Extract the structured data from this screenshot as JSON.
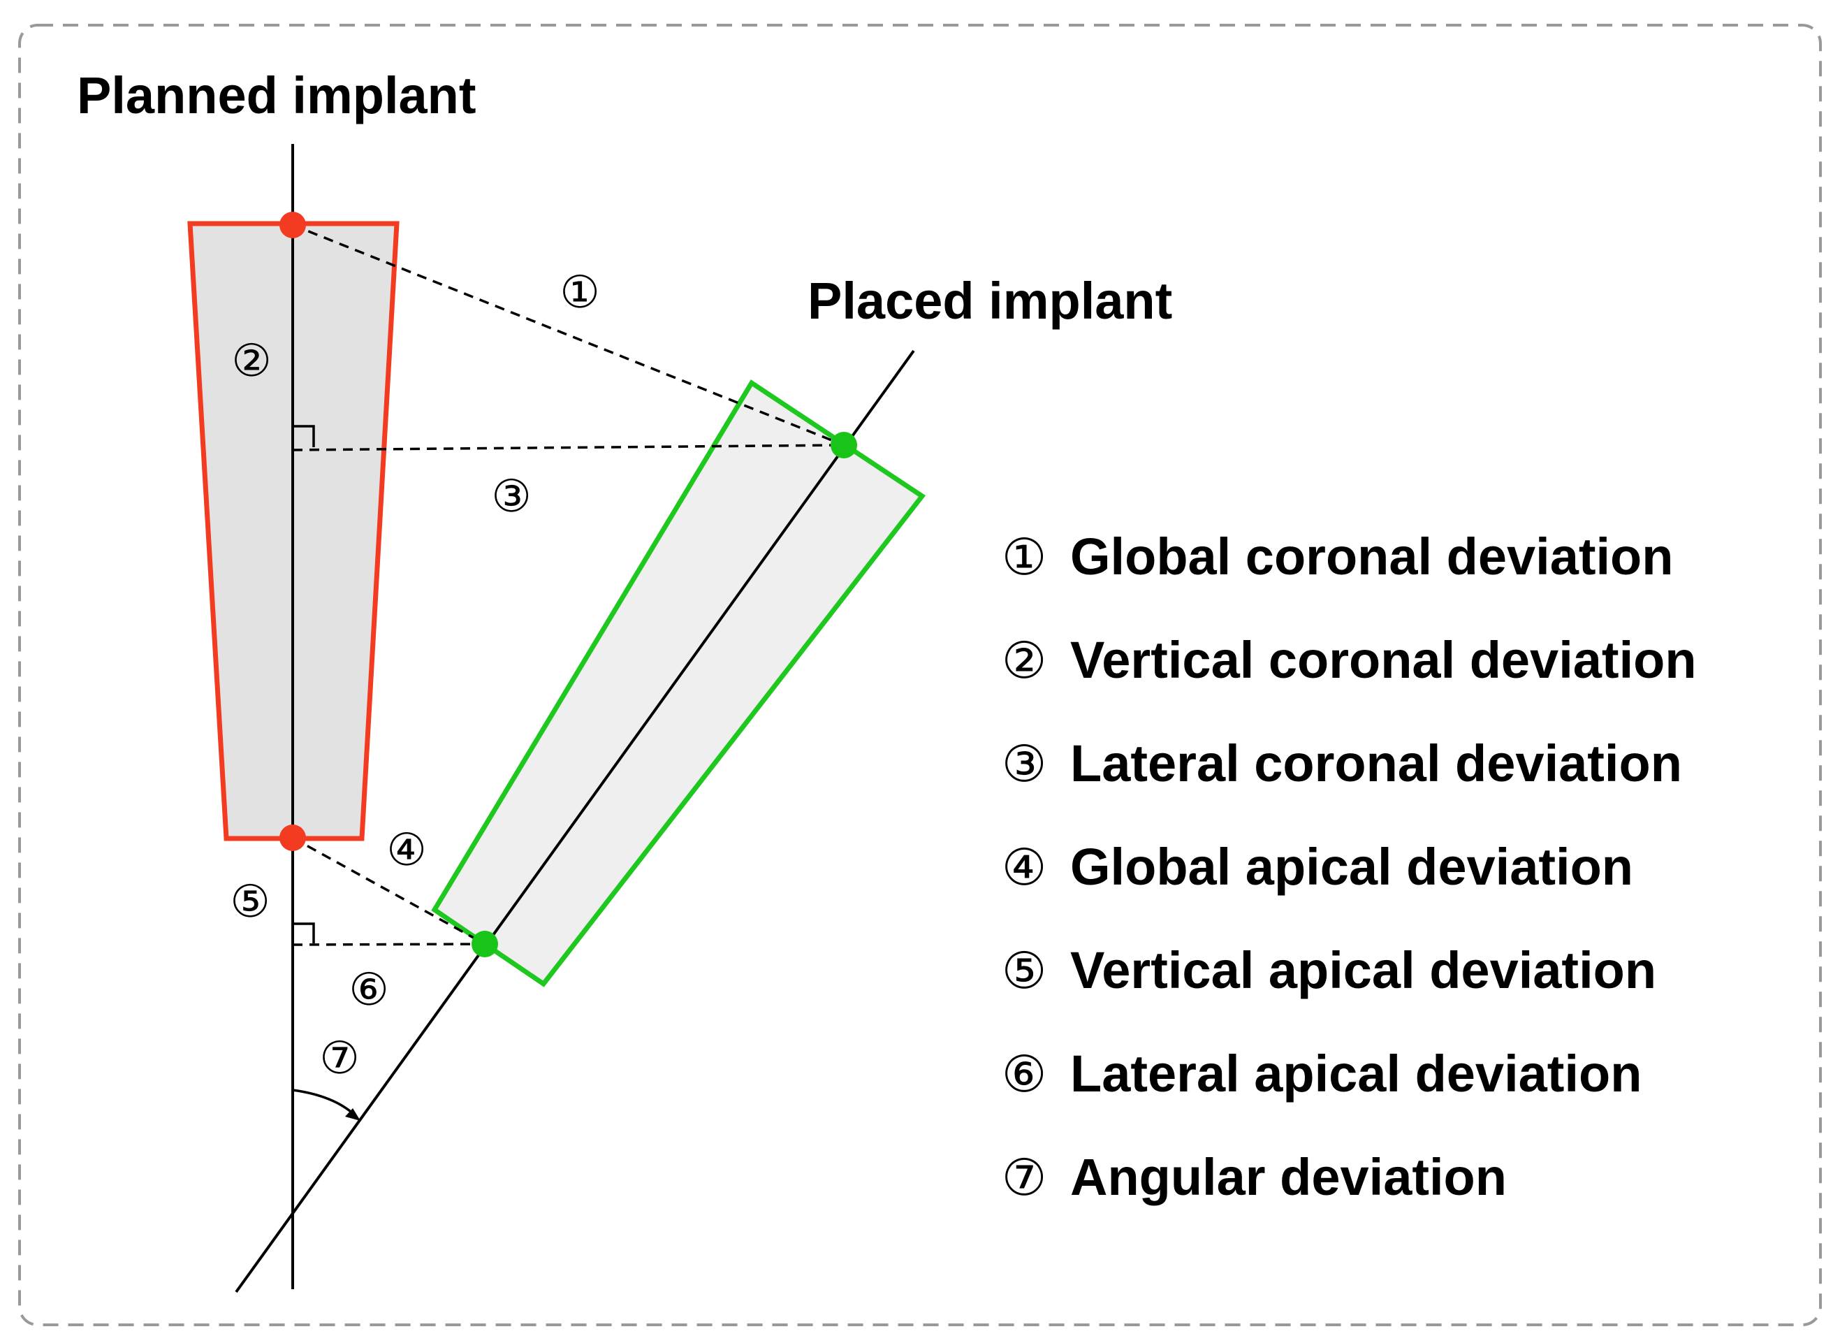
{
  "labels": {
    "planned": "Planned implant",
    "placed": "Placed implant"
  },
  "markers": {
    "m1": "①",
    "m2": "②",
    "m3": "③",
    "m4": "④",
    "m5": "⑤",
    "m6": "⑥",
    "m7": "⑦"
  },
  "legend": [
    {
      "marker": "①",
      "text": "Global coronal deviation"
    },
    {
      "marker": "②",
      "text": "Vertical coronal deviation"
    },
    {
      "marker": "③",
      "text": "Lateral coronal deviation"
    },
    {
      "marker": "④",
      "text": "Global apical deviation"
    },
    {
      "marker": "⑤",
      "text": "Vertical apical deviation"
    },
    {
      "marker": "⑥",
      "text": "Lateral apical deviation"
    },
    {
      "marker": "⑦",
      "text": "Angular deviation"
    }
  ],
  "colors": {
    "planned_outline": "#f23b20",
    "placed_outline": "#1ec81e",
    "point_planned": "#f23b20",
    "point_placed": "#17c417",
    "implant_fill_planned": "#e2e2e2",
    "implant_fill_placed": "#efefef",
    "frame": "#999999"
  }
}
